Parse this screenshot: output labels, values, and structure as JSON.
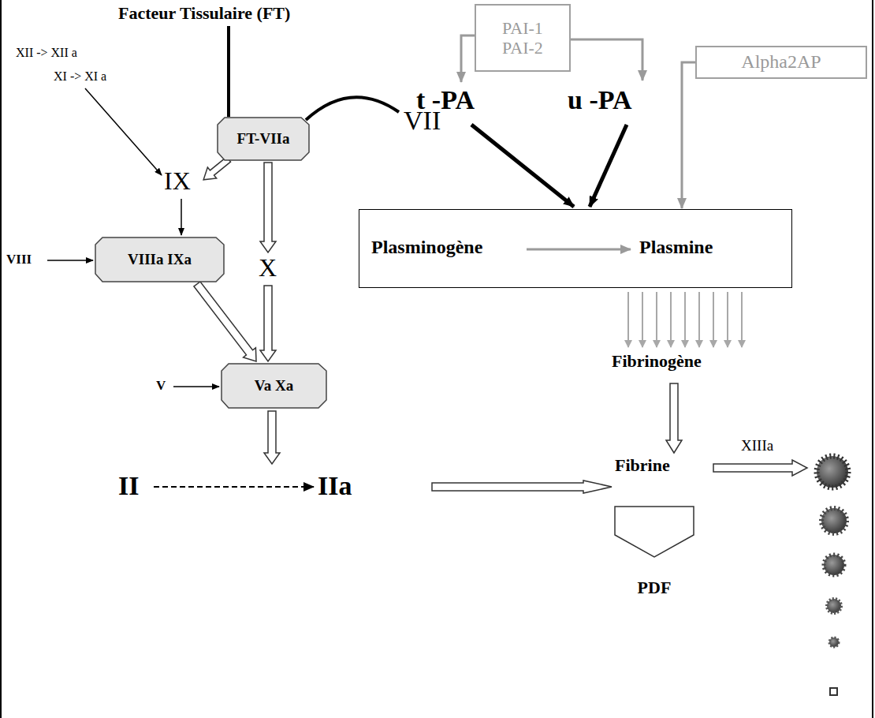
{
  "diagram": {
    "nodes": [
      {
        "text": [
          "FT-VIIa"
        ]
      },
      {
        "text": [
          "PAI-1",
          "PAI-2"
        ]
      },
      {
        "text": [
          "Alpha2AP"
        ]
      },
      {
        "text": [
          "Plasminogène",
          "Plasmine"
        ]
      },
      {
        "text": [
          "VIIIa IXa"
        ]
      },
      {
        "text": [
          "Va Xa"
        ]
      },
      {
        "text": [
          "PDF"
        ]
      }
    ],
    "edges": [
      {
        "from": 2,
        "to": 3,
        "arrow": "to"
      },
      {
        "from": 4,
        "to": 5,
        "arrow": "to"
      }
    ],
    "labels": [
      "Facteur Tissulaire (FT)",
      "XII -> XII a",
      "XI -> XI a",
      "VII",
      "IX",
      "VIII",
      "X",
      "V",
      "II",
      "IIa",
      "t -PA",
      "u -PA",
      "Fibrinogène",
      "Fibrine",
      "XIIIa"
    ]
  }
}
